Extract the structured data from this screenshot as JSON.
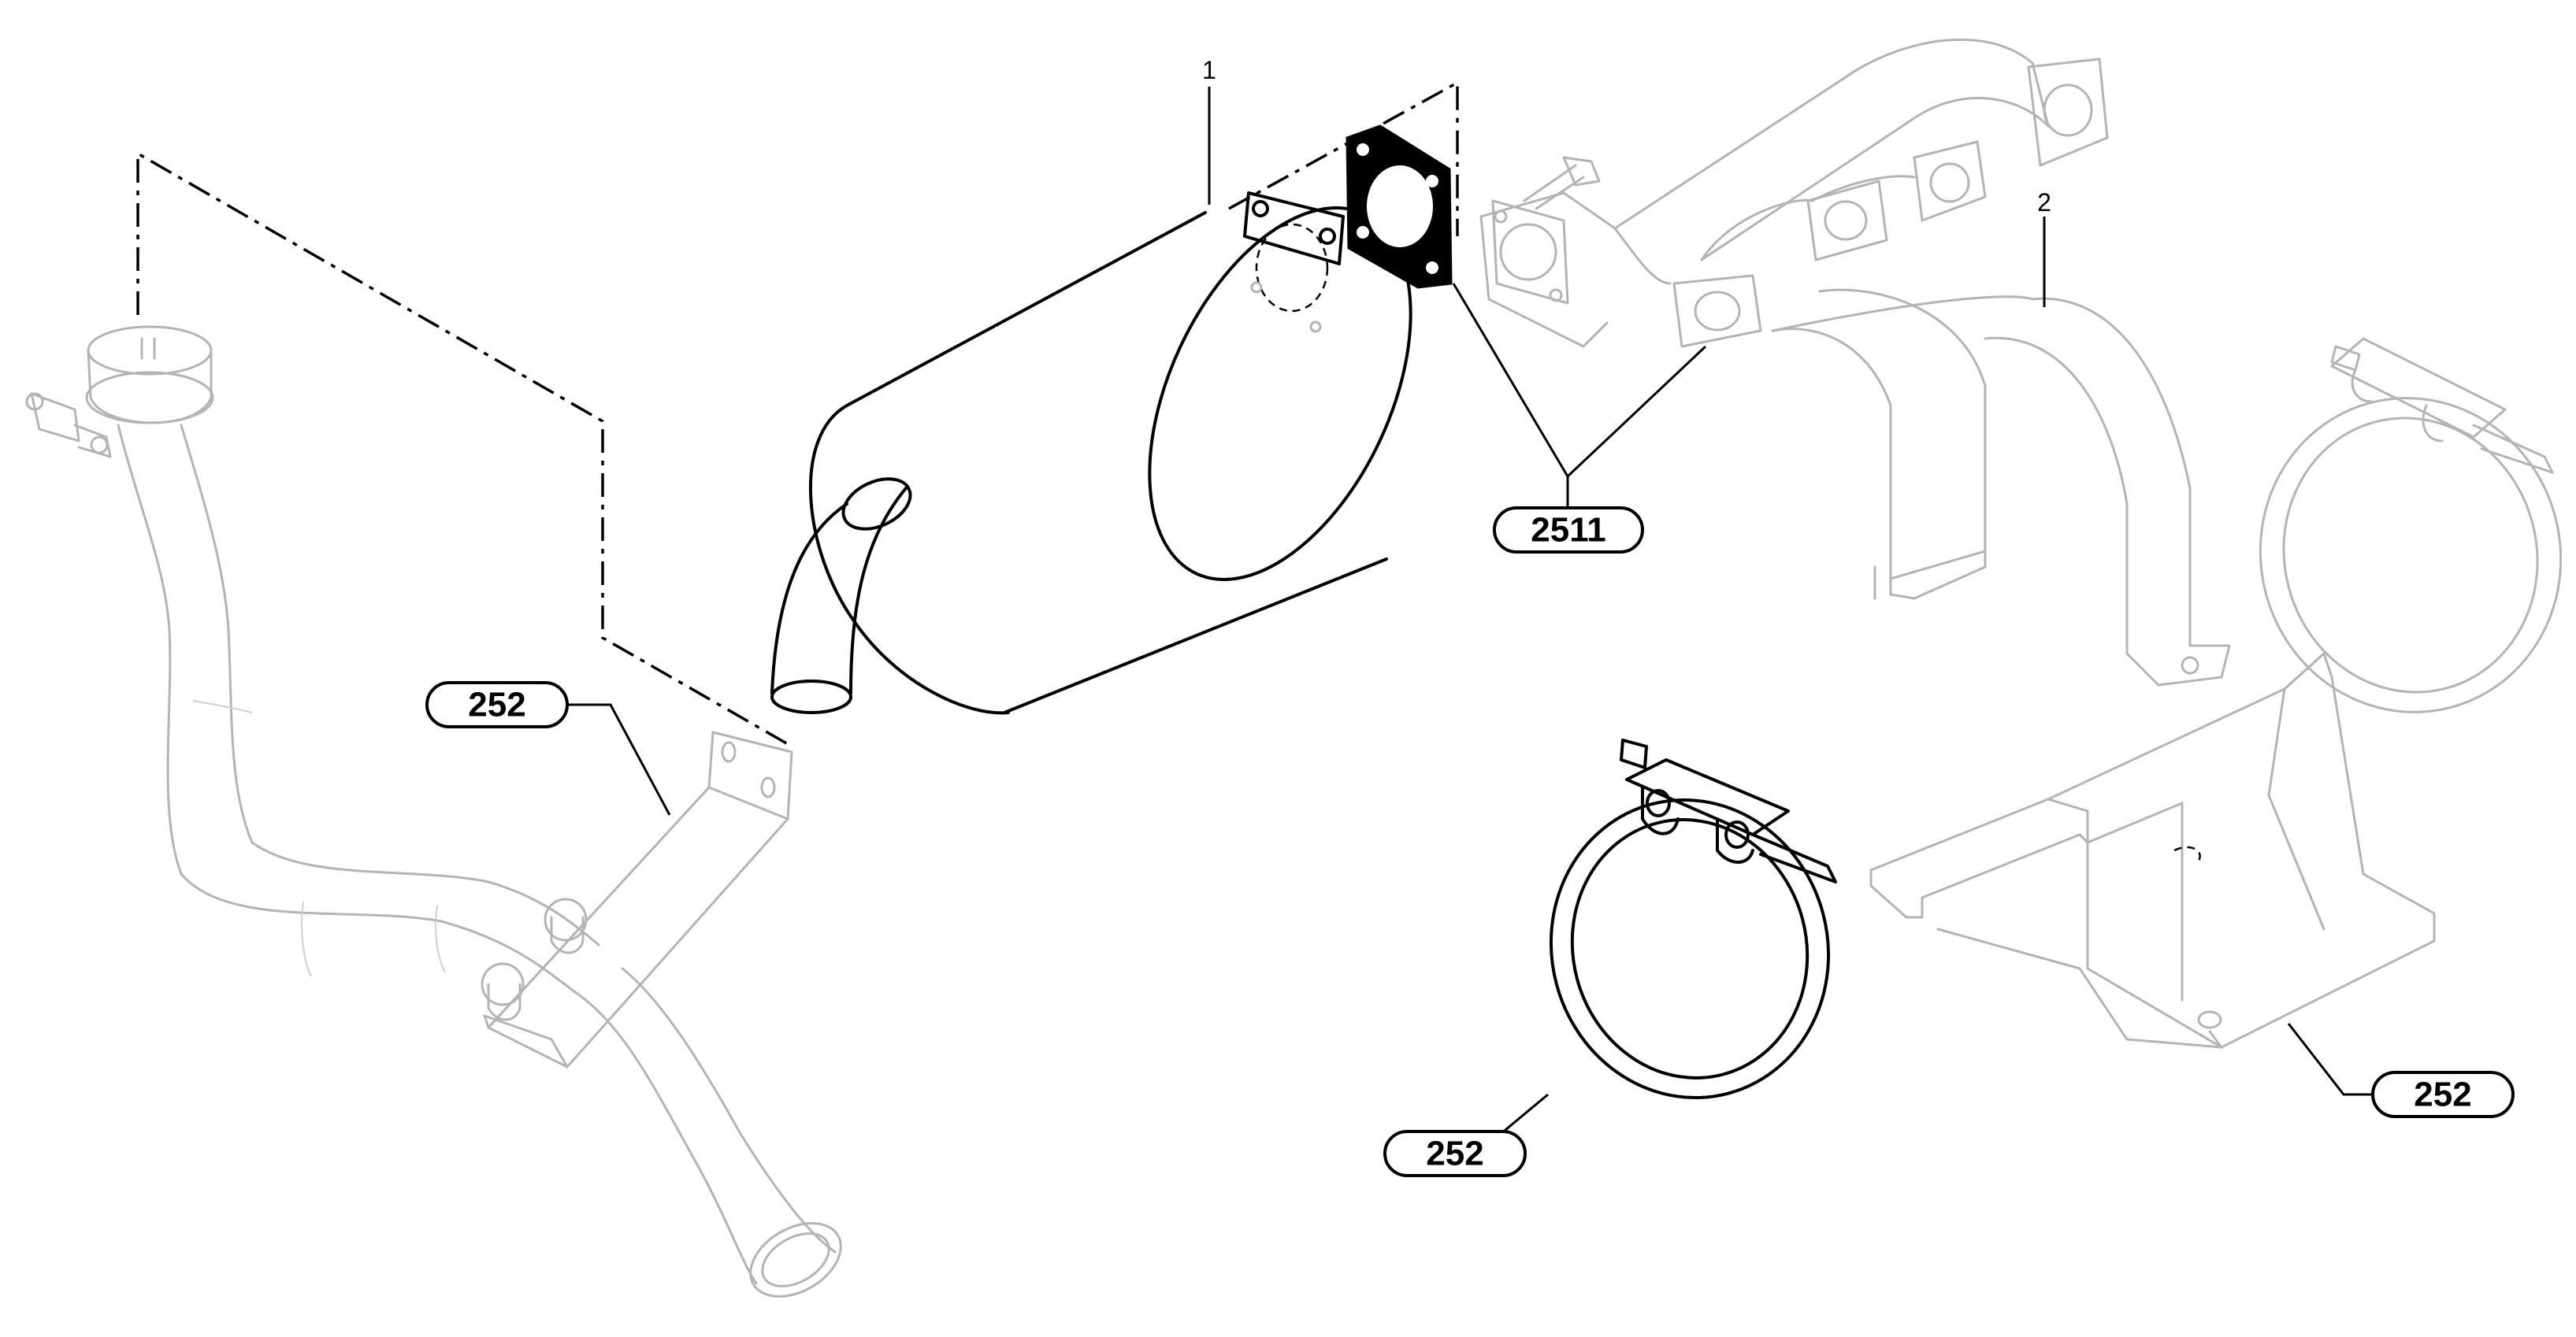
{
  "diagram": {
    "type": "exploded-parts-diagram",
    "item_numbers": {
      "muffler": "1",
      "support_strap": "2"
    },
    "callouts": {
      "exhaust_bracket": "252",
      "gasket_manifold": "2511",
      "clamp_lower": "252",
      "tray_bracket": "252"
    }
  }
}
